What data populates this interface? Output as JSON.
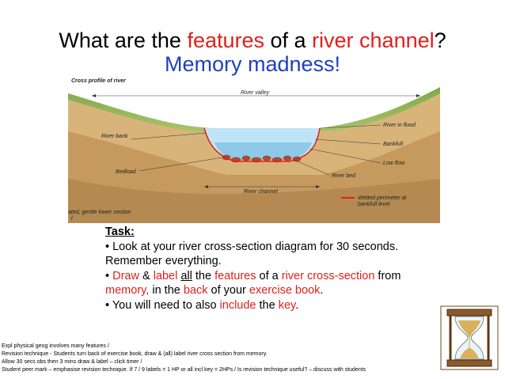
{
  "title": {
    "part1": "What are the ",
    "features": "features",
    "part2": " of a ",
    "river_channel": "river channel",
    "qmark": "?"
  },
  "subtitle": "Memory madness!",
  "diagram": {
    "title": "Cross profile of river",
    "labels": {
      "river_valley": "River valley",
      "river_bank": "River bank",
      "river_in_flood": "River in flood",
      "bankfull": "Bankfull",
      "bedload": "Bedload",
      "low_flow": "Low flow",
      "river_bed": "River bed",
      "river_channel": "River channel",
      "wetted_1": "Wetted perimeter at",
      "wetted_2": "bankfull level",
      "lower_section": "ated, gentle lower section",
      "lower_section_2": "l"
    },
    "colors": {
      "water": "#bfe4f5",
      "ground": "#d9b47a",
      "wetted_line": "#e0201b"
    }
  },
  "task": {
    "heading": "Task:",
    "b1": "• Look at your river cross-section diagram for 30 seconds. Remember everything.",
    "b2_bullet": "• ",
    "b2_draw": "Draw",
    "b2_amp": " & ",
    "b2_label": "label",
    "b2_sp1": " ",
    "b2_all": "all",
    "b2_the": " the ",
    "b2_features": "features",
    "b2_ofa": " of a ",
    "b2_rcs": "river cross-section",
    "b2_from": " from ",
    "b2_memory": "memory,",
    "b2_inthe": " in the ",
    "b2_back": "back",
    "b2_ofyour": " of your ",
    "b2_book": "exercise book",
    "b2_dot": ".",
    "b3_a": "• You will need to also ",
    "b3_include": "include",
    "b3_the": " the ",
    "b3_key": "key",
    "b3_dot": "."
  },
  "notes": [
    "Expl physical geog involves many features /",
    "Revision technique - Students turn back of exercise book, draw & (all) label river cross section from memory.",
    "Allow 30 secs obs then 3 mins draw & label – click timer /",
    "Student peer mark – emphasise revision technique. If 7 / 9 labels = 1 HP or all incl key = 2HPs / Is revision technique useful? – discuss with students"
  ]
}
